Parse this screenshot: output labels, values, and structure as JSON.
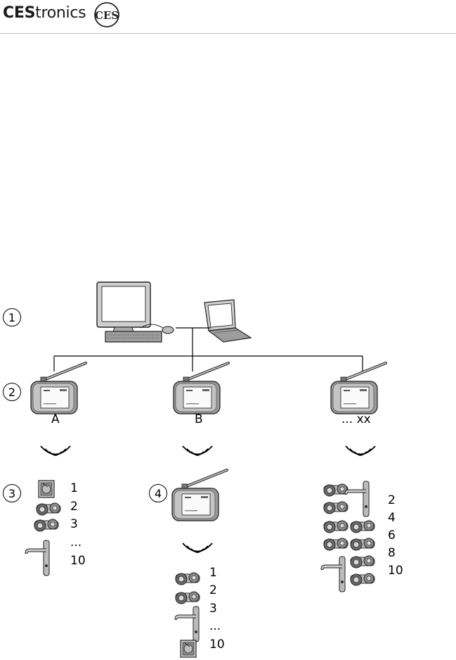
{
  "header": {
    "brand_bold": "CES",
    "brand_light": "tronics",
    "logo_text": "CES"
  },
  "markers": [
    "1",
    "2",
    "3",
    "4"
  ],
  "stations": {
    "a": "A",
    "b": "B",
    "xx": "... xx"
  },
  "group_a": [
    "1",
    "2",
    "3",
    "...",
    "10"
  ],
  "group_b": [
    "1",
    "2",
    "3",
    "...",
    "10"
  ],
  "group_xx": [
    "2",
    "4",
    "6",
    "8",
    "10"
  ]
}
